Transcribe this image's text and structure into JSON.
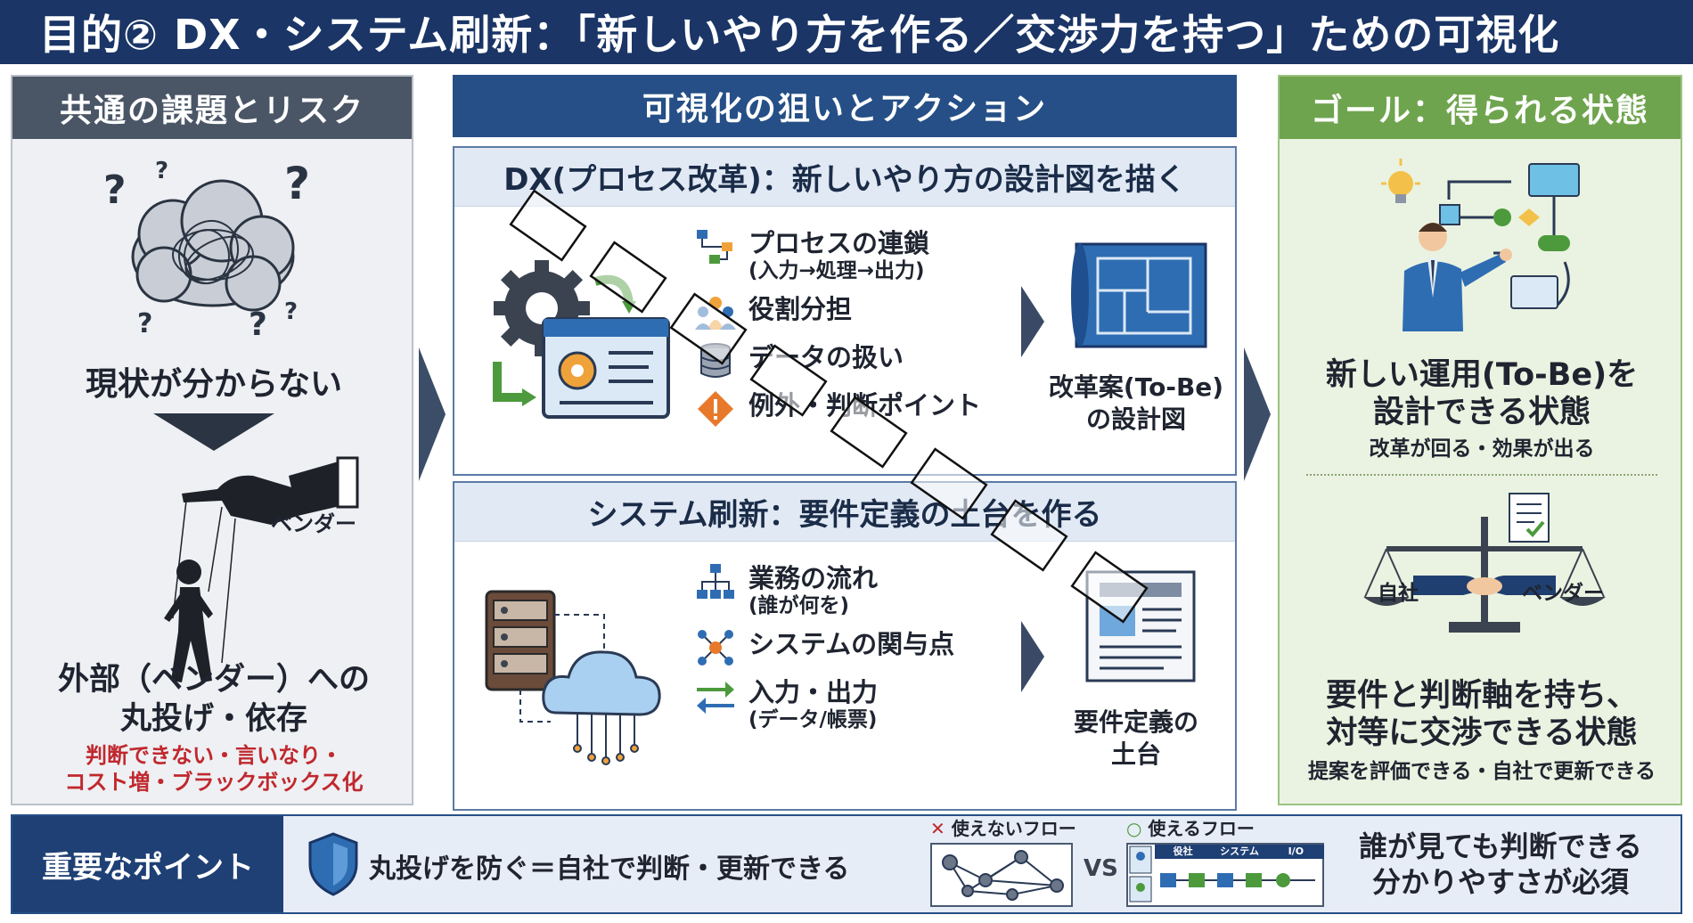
{
  "title": "目的② DX・システム刷新：「新しいやり方を作る／交渉力を持つ」ための可視化",
  "left": {
    "header": "共通の課題とリスク",
    "q1": "現状が分からない",
    "vendor_tag": "ベンダー",
    "q2_line1": "外部（ベンダー）への",
    "q2_line2": "丸投げ・依存",
    "risk_line1": "判断できない・言いなり・",
    "risk_line2": "コスト増・ブラックボックス化"
  },
  "middle": {
    "header": "可視化の狙いとアクション",
    "dx": {
      "heading": "DX(プロセス改革)：新しいやり方の設計図を描く",
      "items": [
        {
          "label": "プロセスの連鎖",
          "sub": "(入力→処理→出力)",
          "icon": "process-chain-icon"
        },
        {
          "label": "役割分担",
          "sub": "",
          "icon": "people-icon"
        },
        {
          "label": "データの扱い",
          "sub": "",
          "icon": "database-icon"
        },
        {
          "label": "例外・判断ポイント",
          "sub": "",
          "icon": "warning-diamond-icon"
        }
      ],
      "output_line1": "改革案(To-Be)",
      "output_line2": "の設計図"
    },
    "sys": {
      "heading": "システム刷新：要件定義の土台を作る",
      "items": [
        {
          "label": "業務の流れ",
          "sub": "(誰が何を)",
          "icon": "org-flow-icon"
        },
        {
          "label": "システムの関与点",
          "sub": "",
          "icon": "network-icon"
        },
        {
          "label": "入力・出力",
          "sub": "(データ/帳票)",
          "icon": "in-out-arrows-icon"
        }
      ],
      "output_line1": "要件定義の",
      "output_line2": "土台"
    }
  },
  "right": {
    "header": "ゴール：得られる状態",
    "goal1_line1": "新しい運用(To-Be)を",
    "goal1_line2": "設計できる状態",
    "goal1_sub": "改革が回る・効果が出る",
    "scale_left": "自社",
    "scale_right": "ベンダー",
    "goal2_line1": "要件と判断軸を持ち、",
    "goal2_line2": "対等に交渉できる状態",
    "goal2_sub": "提案を評価できる・自社で更新できる"
  },
  "bottom": {
    "label": "重要なポイント",
    "point": "丸投げを防ぐ＝自社で判断・更新できる",
    "bad_caption": "使えないフロー",
    "good_caption": "使えるフロー",
    "vs": "VS",
    "lanes": [
      "役社",
      "システム",
      "I/O"
    ],
    "must_line1": "誰が見ても判断できる",
    "must_line2": "分かりやすさが必須"
  },
  "colors": {
    "navy": "#1a3566",
    "mid_blue": "#254f86",
    "gray_head": "#4a5666",
    "green_head": "#6fa44e",
    "risk_red": "#c0282e"
  }
}
